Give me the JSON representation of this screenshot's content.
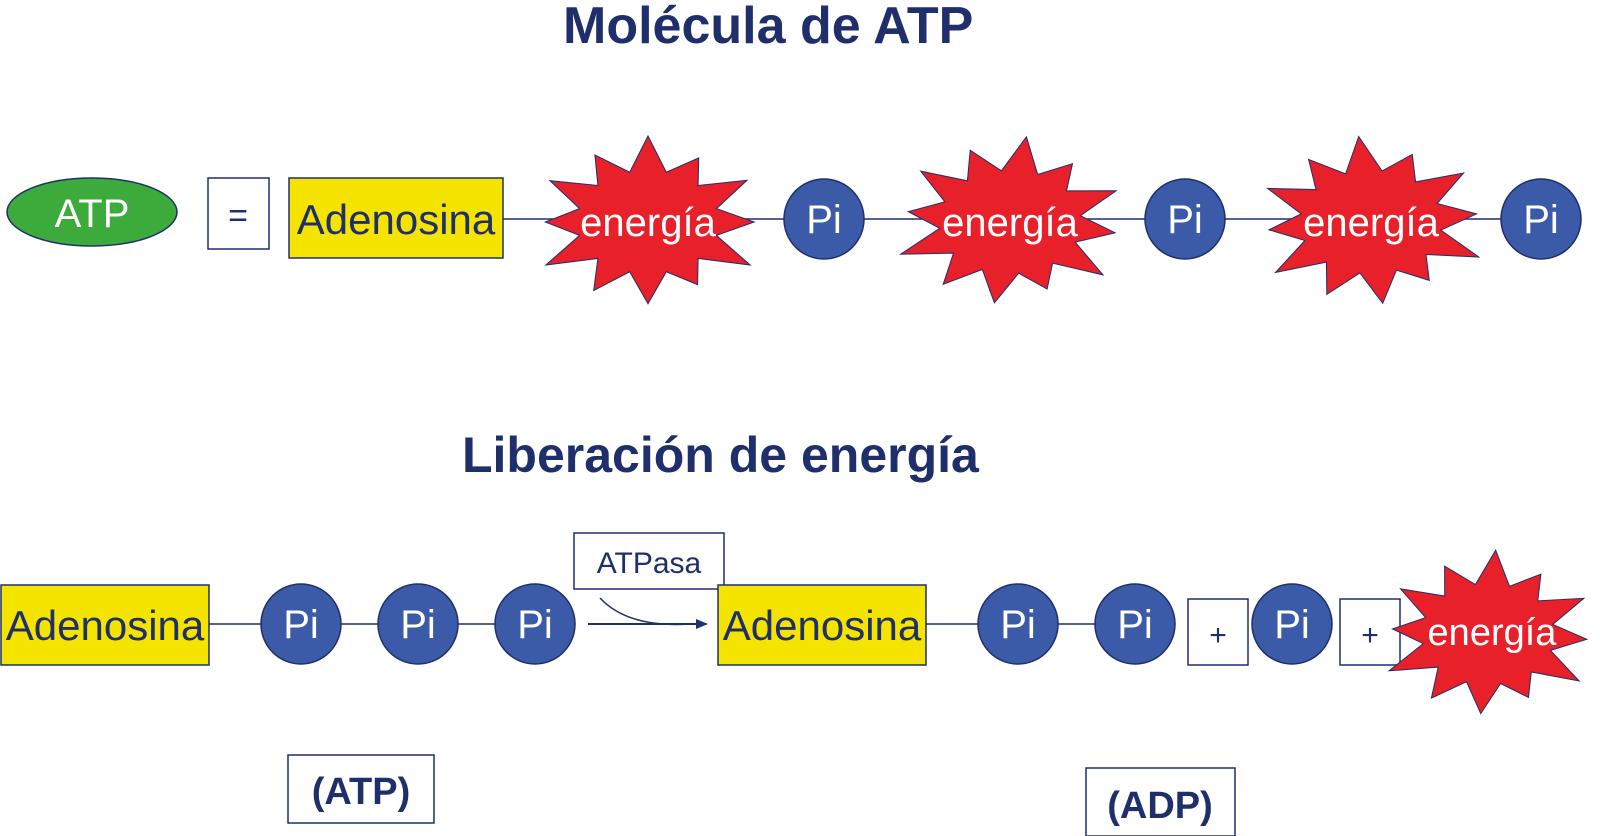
{
  "titles": {
    "top": "Molécula de ATP",
    "bottom": "Liberación de energía"
  },
  "colors": {
    "heading": "#1f2f6b",
    "phosphate": "#3b5ba8",
    "adenosine": "#f5e400",
    "atp_oval": "#3cab3c",
    "energy": "#e8202a",
    "line": "#1f2f6b"
  },
  "top_row": {
    "atp_label": "ATP",
    "equals": "=",
    "adenosine": "Adenosina",
    "energy": "energía",
    "phosphate": "Pi"
  },
  "bottom_row": {
    "adenosine": "Adenosina",
    "phosphate": "Pi",
    "enzyme": "ATPasa",
    "plus": "+",
    "energy": "energía",
    "atp_caption": "(ATP)",
    "adp_caption": "(ADP)"
  }
}
